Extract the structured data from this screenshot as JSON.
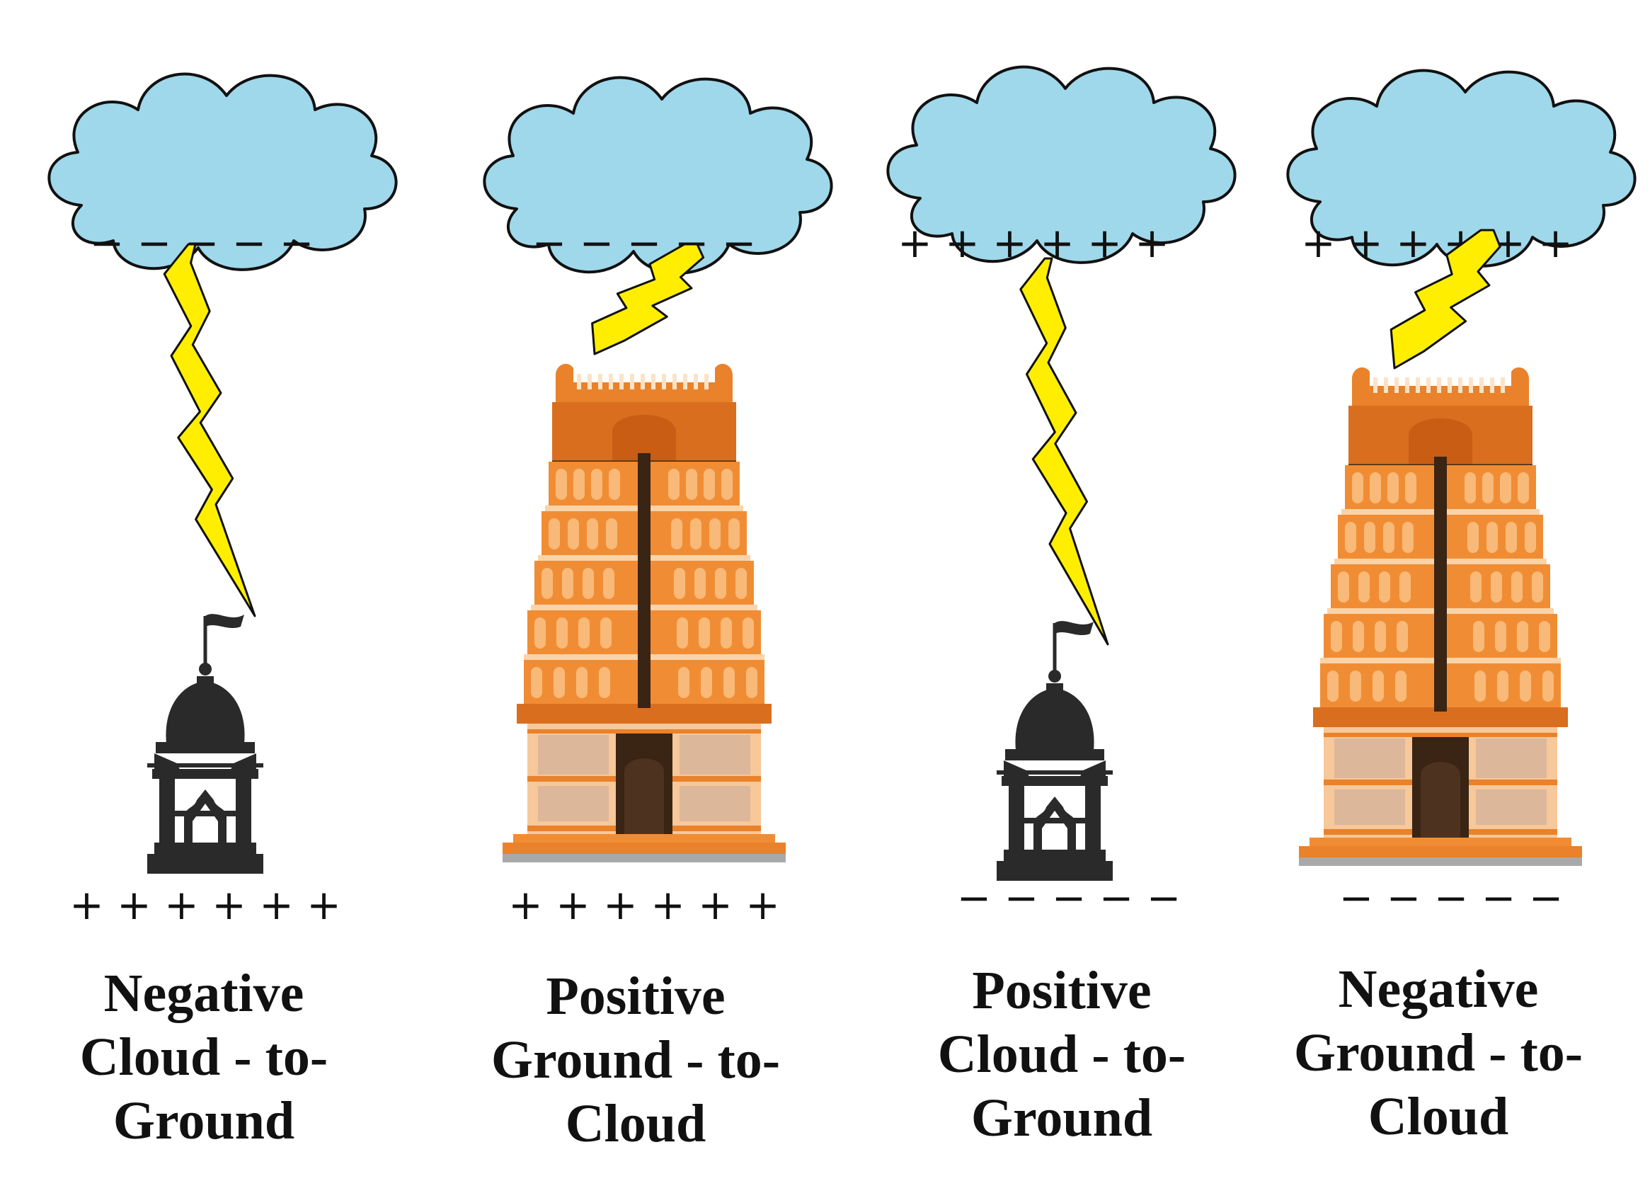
{
  "panels": [
    {
      "cloud_charge": "− − − − −",
      "ground_charge": "+ + + + + +",
      "structure": "small-temple-icon",
      "label": [
        "Negative",
        "Cloud - to-",
        "Ground"
      ]
    },
    {
      "cloud_charge": "− − − − −",
      "ground_charge": "+ + + + + +",
      "structure": "gopuram-tower-icon",
      "label": [
        "Positive",
        "Ground - to-",
        "Cloud"
      ]
    },
    {
      "cloud_charge": "+ + + + + +",
      "ground_charge": "− − − − −",
      "structure": "small-temple-icon",
      "label": [
        "Positive",
        "Cloud - to-",
        "Ground"
      ]
    },
    {
      "cloud_charge": "+ + + + + +",
      "ground_charge": "− − − − −",
      "structure": "gopuram-tower-icon",
      "label": [
        "Negative",
        "Ground - to-",
        "Cloud"
      ]
    }
  ],
  "colors": {
    "cloud": "#9fd8ea",
    "lightning": "#ffee00",
    "temple": "#2a2a2a",
    "tower_orange": "#e9822a",
    "tower_light": "#f6b06a",
    "tower_base": "#a9a9a9"
  }
}
